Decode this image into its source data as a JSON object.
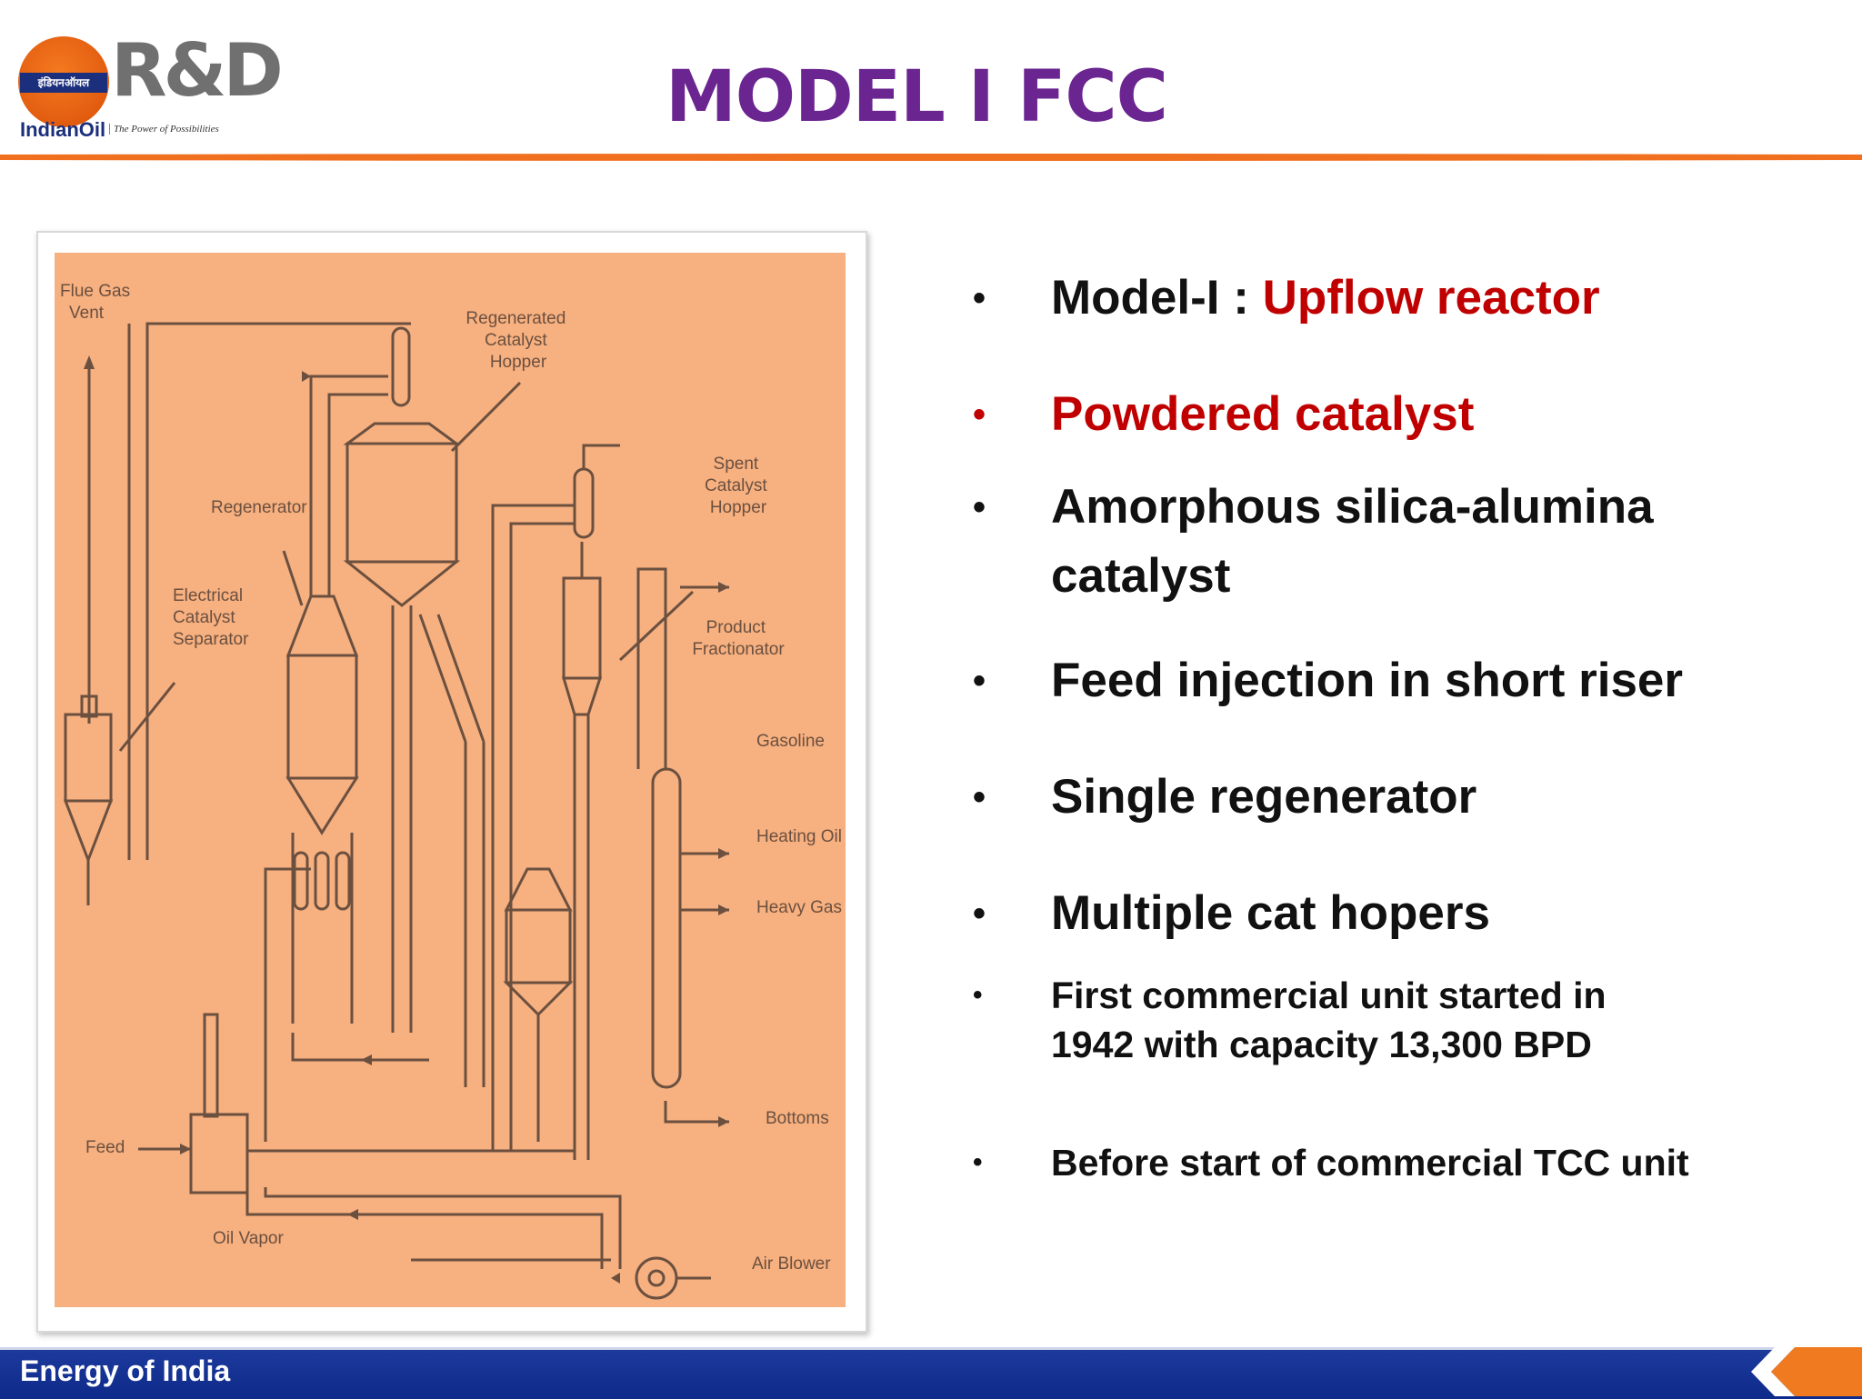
{
  "header": {
    "logo": {
      "band_text": "इंडियनऑयल",
      "rd_text": "R&D",
      "brand_text": "IndianOil",
      "tagline": "The Power of Possibilities"
    },
    "title": "MODEL I FCC"
  },
  "diagram": {
    "labels": {
      "flue_gas_vent": [
        "Flue Gas",
        "Vent"
      ],
      "regenerated_catalyst_hopper": [
        "Regenerated",
        "Catalyst",
        "Hopper"
      ],
      "regenerator": "Regenerator",
      "electrical_catalyst_separator": [
        "Electrical",
        "Catalyst",
        "Separator"
      ],
      "spent_catalyst_hopper": [
        "Spent",
        "Catalyst",
        "Hopper"
      ],
      "product_fractionator": [
        "Product",
        "Fractionator"
      ],
      "gasoline": "Gasoline",
      "heating_oil": "Heating Oil",
      "heavy_gas": "Heavy Gas",
      "bottoms": "Bottoms",
      "feed": "Feed",
      "oil_vapor": "Oil Vapor",
      "air_blower": "Air Blower"
    }
  },
  "bullets": [
    {
      "prefix": "Model-I : ",
      "highlight": "Upflow  reactor"
    },
    {
      "prefix": "",
      "highlight": "Powdered catalyst"
    },
    {
      "lines": [
        "Amorphous silica-alumina",
        "catalyst"
      ]
    },
    {
      "text": "Feed injection in short riser"
    },
    {
      "text": "Single regenerator"
    },
    {
      "text": "Multiple cat hopers"
    },
    {
      "lines": [
        "First commercial unit  started in",
        "1942 with capacity 13,300 BPD"
      ]
    },
    {
      "text": "Before start of commercial TCC unit"
    }
  ],
  "bullet_symbol": "•",
  "footer": {
    "text": "Energy of India"
  },
  "colors": {
    "title": "#6b2590",
    "highlight": "#c00000",
    "rule": "#f07020",
    "footer": "#0e2a8a",
    "diagram_bg": "#f7b07f"
  }
}
